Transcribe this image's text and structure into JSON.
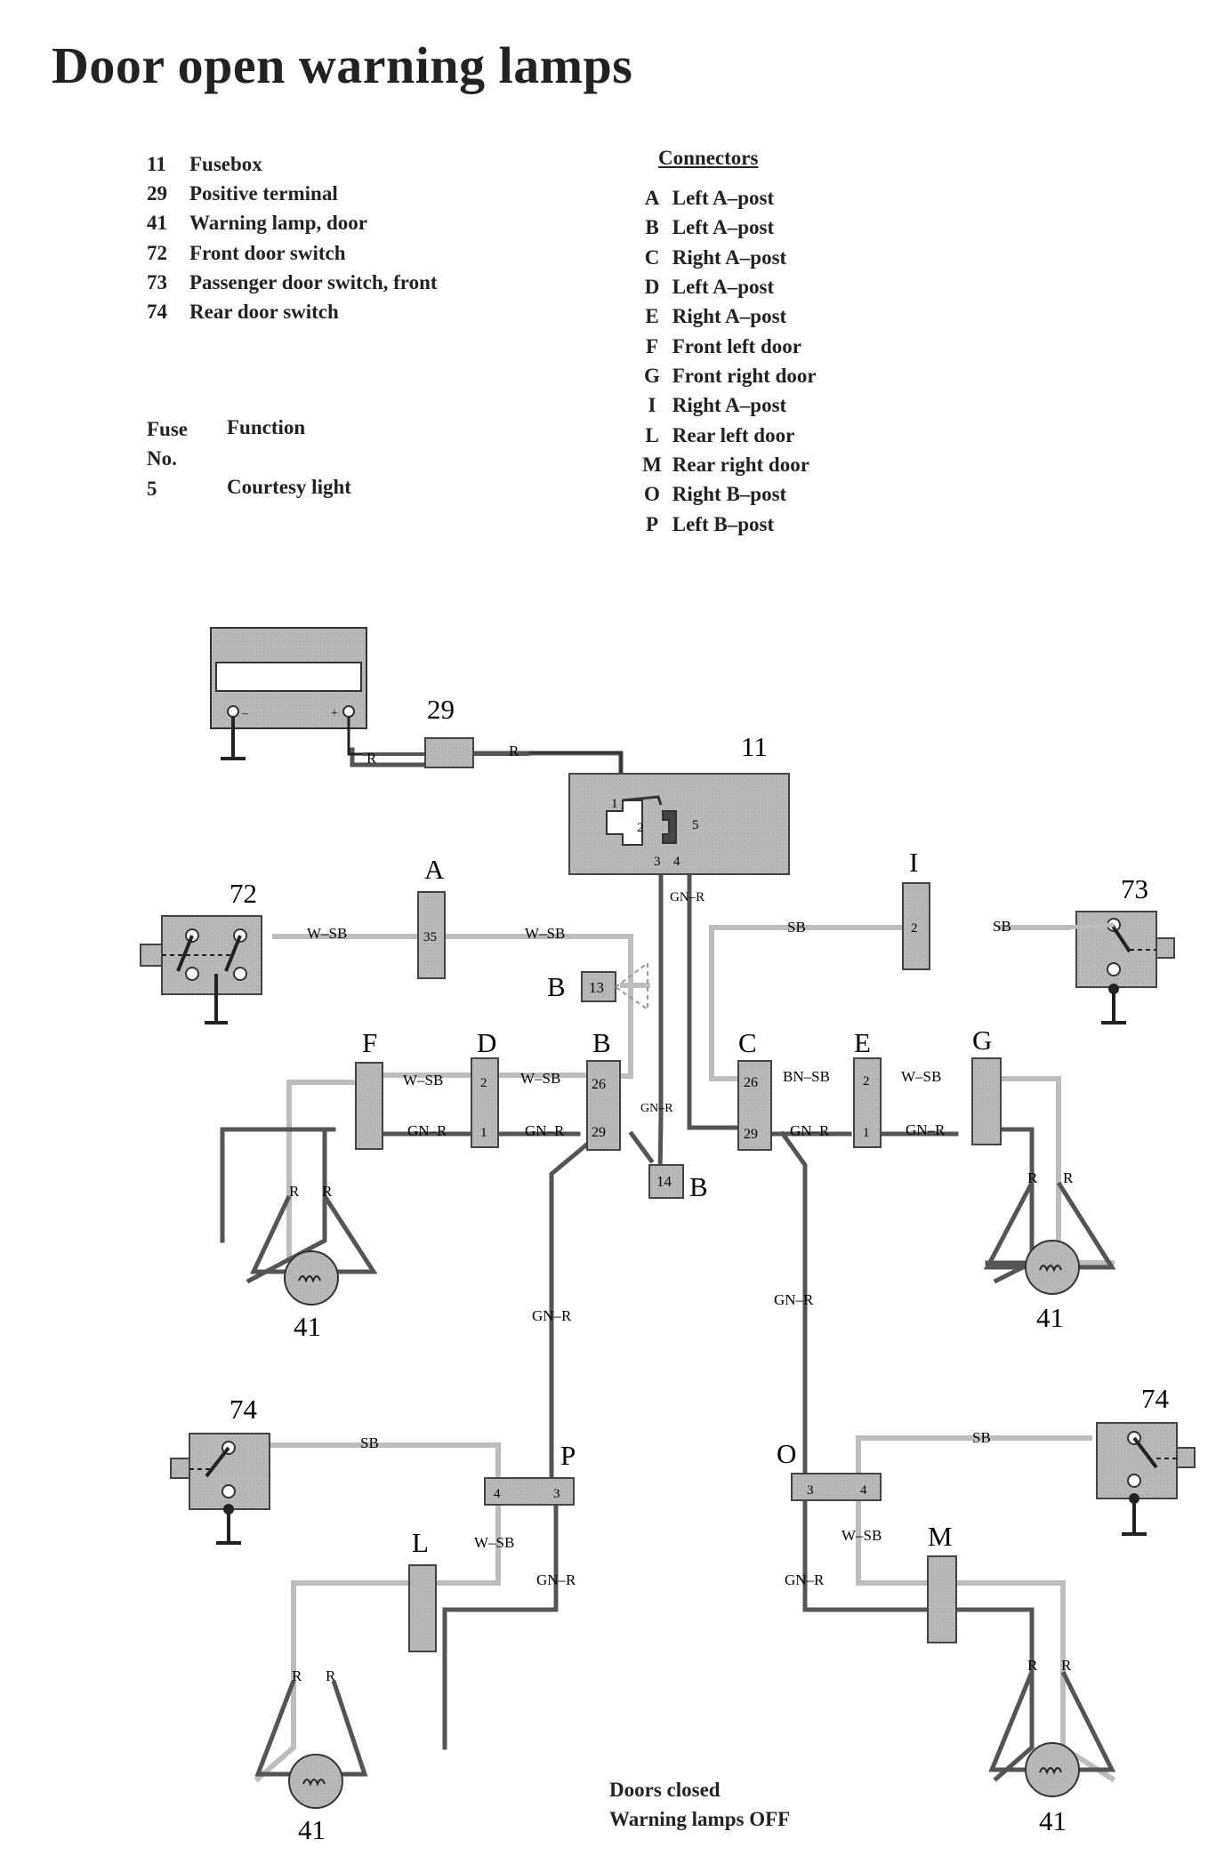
{
  "title": "Door open warning lamps",
  "components": [
    {
      "num": "11",
      "name": "Fusebox"
    },
    {
      "num": "29",
      "name": "Positive terminal"
    },
    {
      "num": "41",
      "name": "Warning lamp, door"
    },
    {
      "num": "72",
      "name": "Front door switch"
    },
    {
      "num": "73",
      "name": "Passenger door switch, front"
    },
    {
      "num": "74",
      "name": "Rear door switch"
    }
  ],
  "connectors_heading": "Connectors",
  "connectors": [
    {
      "letter": "A",
      "name": "Left A–post"
    },
    {
      "letter": "B",
      "name": "Left A–post"
    },
    {
      "letter": "C",
      "name": "Right A–post"
    },
    {
      "letter": "D",
      "name": "Left A–post"
    },
    {
      "letter": "E",
      "name": "Right A–post"
    },
    {
      "letter": "F",
      "name": "Front left door"
    },
    {
      "letter": "G",
      "name": "Front right door"
    },
    {
      "letter": "I",
      "name": "Right A–post"
    },
    {
      "letter": "L",
      "name": "Rear left door"
    },
    {
      "letter": "M",
      "name": "Rear right door"
    },
    {
      "letter": "O",
      "name": "Right B–post"
    },
    {
      "letter": "P",
      "name": "Left B–post"
    }
  ],
  "fuse_table": {
    "head_fuse": "Fuse",
    "head_no": "No.",
    "head_function": "Function",
    "rows": [
      {
        "no": "5",
        "function": "Courtesy light"
      }
    ]
  },
  "diagram": {
    "ref_11": "11",
    "ref_29": "29",
    "ref_72": "72",
    "ref_73": "73",
    "ref_74": "74",
    "ref_41": "41",
    "conn_A": "A",
    "conn_B": "B",
    "conn_C": "C",
    "conn_D": "D",
    "conn_E": "E",
    "conn_F": "F",
    "conn_G": "G",
    "conn_I": "I",
    "conn_L": "L",
    "conn_M": "M",
    "conn_O": "O",
    "conn_P": "P",
    "pin_35": "35",
    "pin_2": "2",
    "pin_1": "1",
    "pin_26": "26",
    "pin_29": "29",
    "pin_13": "13",
    "pin_14": "14",
    "pin_3": "3",
    "pin_4": "4",
    "pin_5": "5",
    "battery_minus": "–",
    "battery_plus": "+",
    "wire_R": "R",
    "wire_WSB": "W–SB",
    "wire_GNR": "GN–R",
    "wire_SB": "SB",
    "wire_BNSB": "BN–SB"
  },
  "caption_line1": "Doors closed",
  "caption_line2": "Warning lamps OFF",
  "colors": {
    "wire_dark": "#555555",
    "wire_light": "#bdbdbd",
    "block": "#b9b9b9",
    "ink": "#222222"
  }
}
